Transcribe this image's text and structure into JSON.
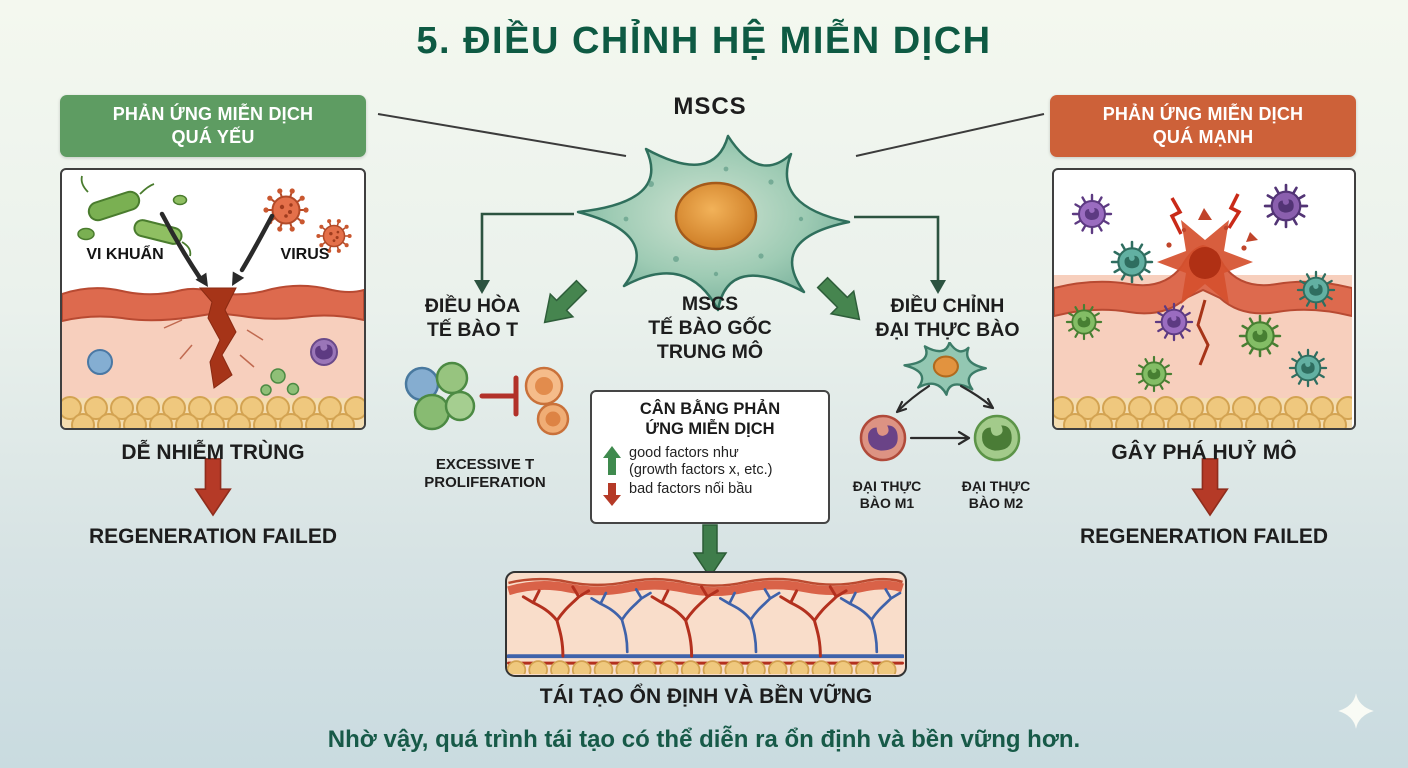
{
  "title": "5. ĐIỀU CHỈNH HỆ MIỄN DỊCH",
  "colors": {
    "title_green": "#0e5a43",
    "banner_green": "#5e9c62",
    "banner_orange": "#cd6139",
    "block_arrow_green": "#3f7d4b",
    "block_arrow_red": "#b53a27",
    "footer_green": "#175a48"
  },
  "left_panel": {
    "banner_line1": "PHẢN ỨNG MIỄN DỊCH",
    "banner_line2": "QUÁ YẾU",
    "bacteria_label": "VI KHUẨN",
    "virus_label": "VIRUS",
    "caption": "DỄ NHIỄM TRÙNG",
    "result": "REGENERATION FAILED"
  },
  "right_panel": {
    "banner_line1": "PHẢN ỨNG MIỄN DỊCH",
    "banner_line2": "QUÁ MẠNH",
    "caption": "GÂY PHÁ HUỶ MÔ",
    "result": "REGENERATION FAILED"
  },
  "center": {
    "mscs_top_label": "MSCS",
    "cell_label_line1": "MSCS",
    "cell_label_line2": "TẾ BÀO GỐC",
    "cell_label_line3": "TRUNG MÔ",
    "t_branch_line1": "ĐIỀU HÒA",
    "t_branch_line2": "TẾ BÀO T",
    "t_sub_line1": "EXCESSIVE T",
    "t_sub_line2": "PROLIFERATION",
    "m_branch_line1": "ĐIỀU CHỈNH",
    "m_branch_line2": "ĐẠI THỰC BÀO",
    "m1_line1": "ĐẠI THỰC",
    "m1_line2": "BÀO M1",
    "m2_line1": "ĐẠI THỰC",
    "m2_line2": "BÀO M2",
    "balance_title_line1": "CÂN BẰNG PHẢN",
    "balance_title_line2": "ỨNG MIỄN DỊCH",
    "good_line1": "good factors như",
    "good_line2": "(growth factors x, etc.)",
    "bad_line": "bad factors nối bầu",
    "tissue_caption": "TÁI TẠO ỔN ĐỊNH VÀ BỀN VỮNG"
  },
  "footer": "Nhờ vậy, quá trình tái tạo có thể diễn ra ổn định và bền vững hơn."
}
